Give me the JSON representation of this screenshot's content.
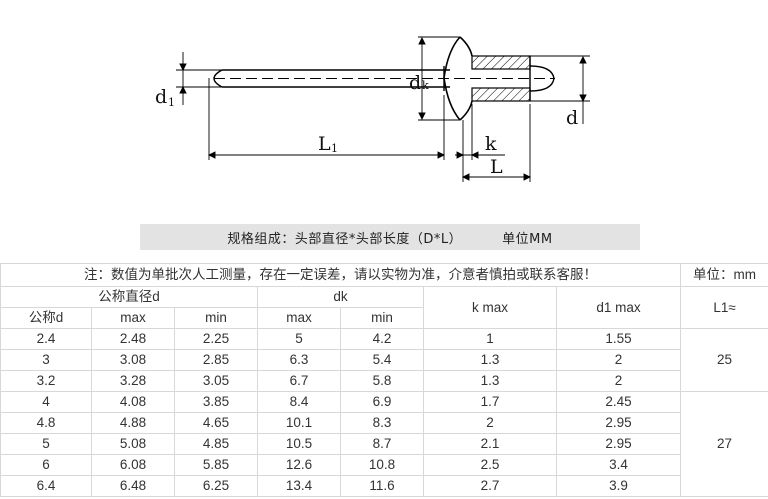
{
  "drawing": {
    "labels": {
      "d1": "d",
      "d1_sub": "1",
      "dk": "d",
      "dk_sub": "k",
      "d": "d",
      "L1": "L",
      "L1_sub": "1",
      "k": "k",
      "L": "L"
    }
  },
  "spec": {
    "title": "规格组成：头部直径*头部长度（D*L）",
    "unit": "单位MM"
  },
  "table": {
    "note": "注：数值为单批次人工测量，存在一定误差，请以实物为准，介意者慎拍或联系客服！",
    "unit_label": "单位：mm",
    "group_d": "公称直径d",
    "group_dk": "dk",
    "header_k": "k      max",
    "header_d1": "d1      max",
    "header_L1": "L1≈",
    "sub_nominal": "公称d",
    "sub_max": "max",
    "sub_min": "min",
    "sub_dk_max": "max",
    "sub_dk_min": "min",
    "rows": [
      {
        "d": "2.4",
        "dmax": "2.48",
        "dmin": "2.25",
        "dkmax": "5",
        "dkmin": "4.2",
        "k": "1",
        "d1": "1.55"
      },
      {
        "d": "3",
        "dmax": "3.08",
        "dmin": "2.85",
        "dkmax": "6.3",
        "dkmin": "5.4",
        "k": "1.3",
        "d1": "2"
      },
      {
        "d": "3.2",
        "dmax": "3.28",
        "dmin": "3.05",
        "dkmax": "6.7",
        "dkmin": "5.8",
        "k": "1.3",
        "d1": "2"
      },
      {
        "d": "4",
        "dmax": "4.08",
        "dmin": "3.85",
        "dkmax": "8.4",
        "dkmin": "6.9",
        "k": "1.7",
        "d1": "2.45"
      },
      {
        "d": "4.8",
        "dmax": "4.88",
        "dmin": "4.65",
        "dkmax": "10.1",
        "dkmin": "8.3",
        "k": "2",
        "d1": "2.95"
      },
      {
        "d": "5",
        "dmax": "5.08",
        "dmin": "4.85",
        "dkmax": "10.5",
        "dkmin": "8.7",
        "k": "2.1",
        "d1": "2.95"
      },
      {
        "d": "6",
        "dmax": "6.08",
        "dmin": "5.85",
        "dkmax": "12.6",
        "dkmin": "10.8",
        "k": "2.5",
        "d1": "3.4"
      },
      {
        "d": "6.4",
        "dmax": "6.48",
        "dmin": "6.25",
        "dkmax": "13.4",
        "dkmin": "11.6",
        "k": "2.7",
        "d1": "3.9"
      }
    ],
    "L1_values": [
      "25",
      "27"
    ]
  }
}
